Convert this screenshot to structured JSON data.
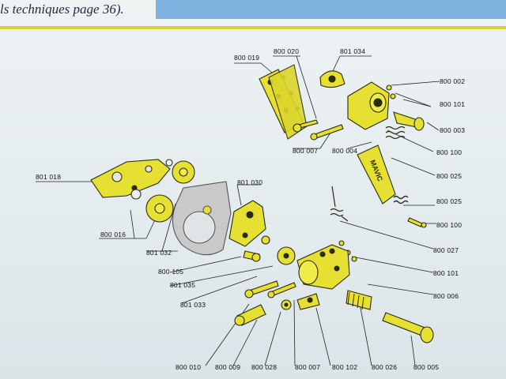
{
  "header": {
    "text": "ls techniques page 36)."
  },
  "colors": {
    "part_fill": "#e6e033",
    "part_stroke": "#2a2a12",
    "accent_blue": "#7fb2de",
    "rule": "#d8d23a",
    "silver": "#c9c9c9"
  },
  "labels": [
    {
      "id": "l800019",
      "text": "800 019"
    },
    {
      "id": "l800020",
      "text": "800 020"
    },
    {
      "id": "l801034",
      "text": "801 034"
    },
    {
      "id": "l800002",
      "text": "800 002"
    },
    {
      "id": "l800101a",
      "text": "800 101"
    },
    {
      "id": "l800003",
      "text": "800 003"
    },
    {
      "id": "l800007a",
      "text": "800 007"
    },
    {
      "id": "l800004",
      "text": "800 004"
    },
    {
      "id": "l800100a",
      "text": "800 100"
    },
    {
      "id": "l800025a",
      "text": "800 025"
    },
    {
      "id": "l801018",
      "text": "801 018"
    },
    {
      "id": "l801030",
      "text": "801 030"
    },
    {
      "id": "l800025b",
      "text": "800 025"
    },
    {
      "id": "l800100b",
      "text": "800 100"
    },
    {
      "id": "l800016",
      "text": "800 016"
    },
    {
      "id": "l801032",
      "text": "801 032"
    },
    {
      "id": "l800027",
      "text": "800 027"
    },
    {
      "id": "l800105",
      "text": "800 105"
    },
    {
      "id": "l800101b",
      "text": "800 101"
    },
    {
      "id": "l801035",
      "text": "801 035"
    },
    {
      "id": "l800006",
      "text": "800 006"
    },
    {
      "id": "l801033",
      "text": "801 033"
    },
    {
      "id": "l800010",
      "text": "800 010"
    },
    {
      "id": "l800009",
      "text": "800 009"
    },
    {
      "id": "l800028",
      "text": "800 028"
    },
    {
      "id": "l800007b",
      "text": "800 007"
    },
    {
      "id": "l800102",
      "text": "800 102"
    },
    {
      "id": "l800026",
      "text": "800 026"
    },
    {
      "id": "l800005",
      "text": "800 005"
    }
  ],
  "brand_mark": "MAVIC"
}
